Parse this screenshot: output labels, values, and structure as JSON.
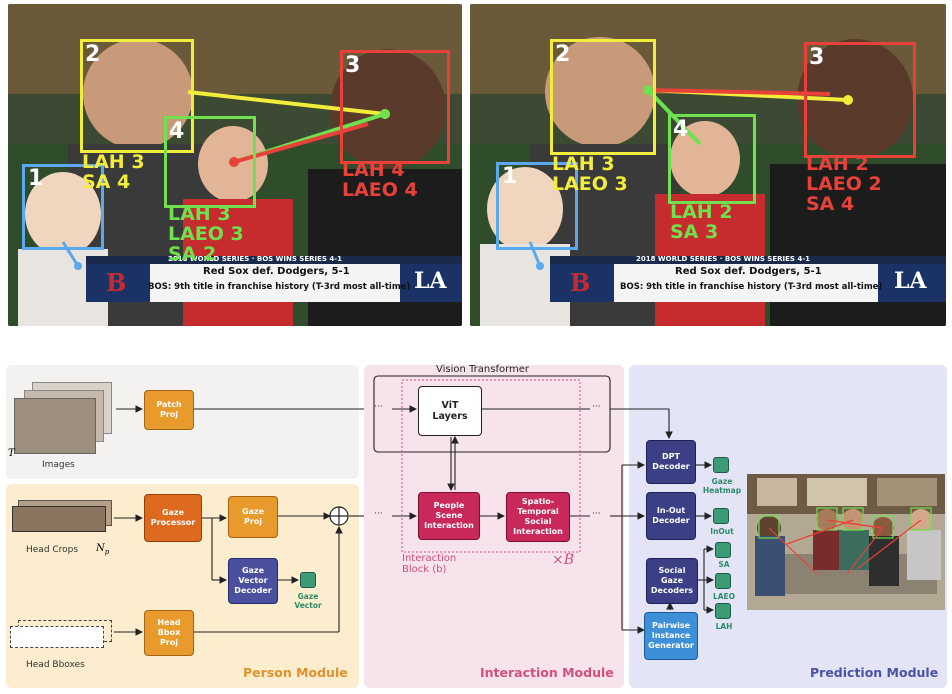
{
  "top_panels": {
    "left": {
      "boxes": [
        {
          "num": "1",
          "color": "#5aa9ef"
        },
        {
          "num": "2",
          "color": "#f2ec3a"
        },
        {
          "num": "3",
          "color": "#e8413a"
        },
        {
          "num": "4",
          "color": "#6fe14f"
        }
      ],
      "labels": [
        {
          "text": "LAH 3\nSA 4",
          "color": "#f2ec3a"
        },
        {
          "text": "LAH 4\nLAEO 4",
          "color": "#e8413a"
        },
        {
          "text": "LAH 3\nLAEO 3\nSA 2",
          "color": "#6fe14f"
        }
      ],
      "banner": {
        "top": "2018 WORLD SERIES · BOS WINS SERIES 4-1",
        "line1": "Red Sox def. Dodgers, 5-1",
        "line2": "BOS: 9th title in franchise history (T-3rd most all-time)"
      }
    },
    "right": {
      "boxes": [
        {
          "num": "1",
          "color": "#5aa9ef"
        },
        {
          "num": "2",
          "color": "#f2ec3a"
        },
        {
          "num": "3",
          "color": "#e8413a"
        },
        {
          "num": "4",
          "color": "#6fe14f"
        }
      ],
      "labels": [
        {
          "text": "LAH 3\nLAEO 3",
          "color": "#f2ec3a"
        },
        {
          "text": "LAH 2\nLAEO 2\nSA 4",
          "color": "#e8413a"
        },
        {
          "text": "LAH 2\nSA 3",
          "color": "#6fe14f"
        }
      ],
      "banner": {
        "top": "2018 WORLD SERIES · BOS WINS SERIES 4-1",
        "line1": "Red Sox def. Dodgers, 5-1",
        "line2": "BOS: 9th title in franchise history (T-3rd most all-time)"
      }
    }
  },
  "diagram": {
    "inputs": {
      "images": "Images",
      "images_t": "T",
      "head_crops": "Head Crops",
      "head_crops_n": "N",
      "head_crops_sub": "p",
      "head_bboxes": "Head Bboxes"
    },
    "nodes": {
      "patch_proj": "Patch\nProj",
      "gaze_processor": "Gaze\nProcessor",
      "gaze_proj": "Gaze\nProj",
      "gaze_vector_decoder": "Gaze\nVector\nDecoder",
      "head_bbox_proj": "Head\nBbox\nProj",
      "vit_layers": "ViT\nLayers",
      "people_scene": "People\nScene\nInteraction",
      "spatio_temporal": "Spatio-\nTemporal\nSocial\nInteraction",
      "dpt_decoder": "DPT\nDecoder",
      "inout_decoder": "In-Out\nDecoder",
      "social_gaze_decoders": "Social\nGaze\nDecoders",
      "pairwise_generator": "Pairwise\nInstance\nGenerator"
    },
    "outputs": {
      "gaze_vector": "Gaze\nVector",
      "gaze_heatmap": "Gaze\nHeatmap",
      "inout": "InOut",
      "sa": "SA",
      "laeo": "LAEO",
      "lah": "LAH"
    },
    "labels": {
      "vision_transformer": "Vision Transformer",
      "interaction_block": "Interaction\nBlock (b)",
      "times_b": "×B",
      "dots": "···",
      "plus": "⊕"
    },
    "modules": {
      "person": "Person Module",
      "interaction": "Interaction Module",
      "prediction": "Prediction Module"
    }
  },
  "colors": {
    "yellow": "#f2ec3a",
    "red": "#e8413a",
    "green": "#6fe14f",
    "blue": "#5aa9ef",
    "orange_node": "#e99a2c",
    "dark_orange_node": "#dd6a1f",
    "purple_node": "#4a4f9e",
    "crimson_node": "#c8285a",
    "navy_node": "#3a3f86",
    "cyan_node": "#3d8fd8",
    "person_bg": "#fbedcd",
    "interaction_bg": "#f7e3ec",
    "prediction_bg": "#e3e4f5",
    "images_bg": "#f3f2f0",
    "person_title": "#e0922f",
    "interaction_title": "#d4507a",
    "prediction_title": "#4a52a6"
  }
}
